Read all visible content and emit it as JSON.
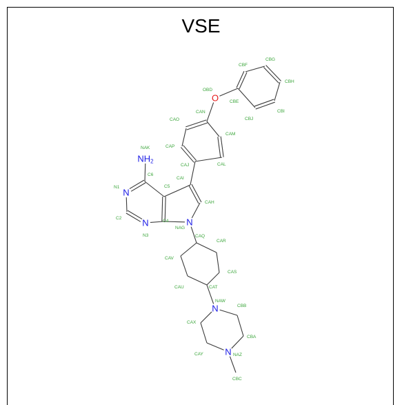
{
  "title": "VSE",
  "colors": {
    "bond": "#3a3a3a",
    "nitrogen": "#1a1ae6",
    "oxygen": "#e61a1a",
    "atom_label": "#3aa53a"
  },
  "heteroatoms": [
    {
      "id": "o",
      "text": "O"
    },
    {
      "id": "nh2",
      "text": "NH",
      "sub": "2"
    },
    {
      "id": "n1",
      "text": "N"
    },
    {
      "id": "n3",
      "text": "N"
    },
    {
      "id": "n9",
      "text": "N"
    },
    {
      "id": "naw",
      "text": "N"
    },
    {
      "id": "naz",
      "text": "N"
    }
  ],
  "atom_labels": [
    "CBF",
    "CBG",
    "OBD",
    "CBE",
    "CBH",
    "CBJ",
    "CBI",
    "CAN",
    "CAO",
    "CAM",
    "NAK",
    "CAP",
    "CAJ",
    "CAL",
    "C6",
    "CAI",
    "N1",
    "C5",
    "CAH",
    "C2",
    "C4",
    "NAG",
    "N3",
    "CAQ",
    "CAR",
    "CAV",
    "CAS",
    "CAU",
    "CAT",
    "NAW",
    "CBB",
    "CAX",
    "CBA",
    "CAY",
    "NAZ",
    "CBC"
  ]
}
